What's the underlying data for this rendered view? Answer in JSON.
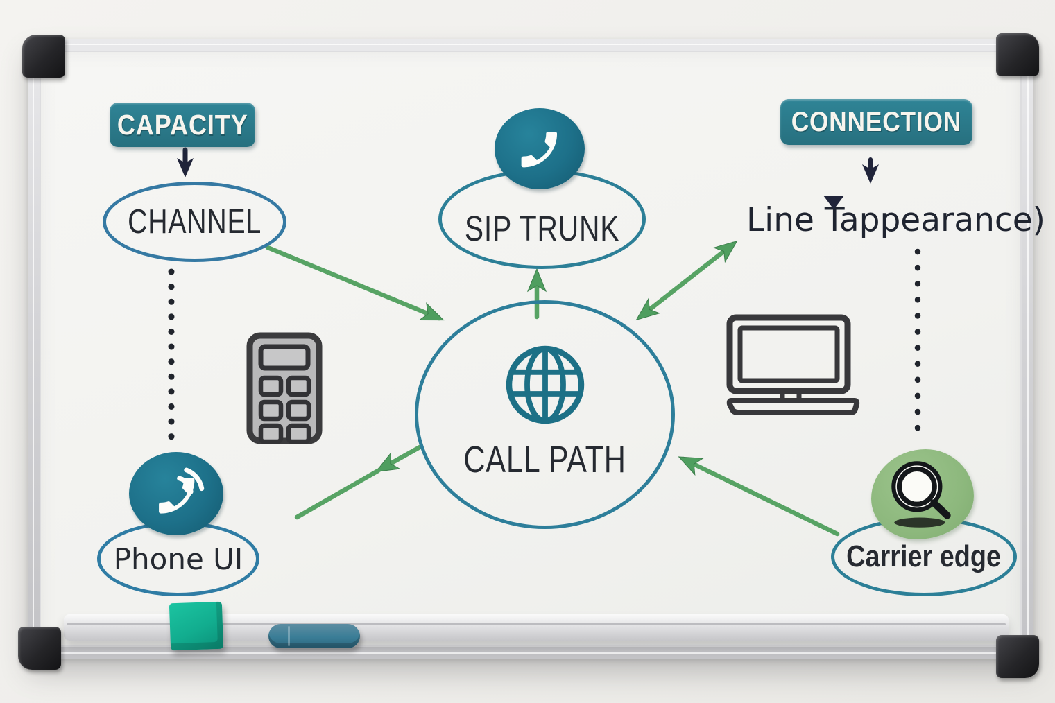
{
  "whiteboard": {
    "badges": {
      "capacity": {
        "label": "CAPACITY"
      },
      "connection": {
        "label": "CONNECTION"
      }
    },
    "nodes": {
      "channel": {
        "label": "CHANNEL"
      },
      "sip_trunk": {
        "label": "SIP TRUNK"
      },
      "call_path": {
        "label": "CALL PATH"
      },
      "phone_ui": {
        "label": "Phone UI"
      },
      "line_appearance": {
        "label": "Line Tappearance)",
        "label_prefix": "Line ",
        "label_t": "T",
        "label_suffix": "appearance)"
      },
      "carrier_edge": {
        "label": "Carrier edge"
      }
    },
    "icons": {
      "sip_trunk": "phone-handset-icon",
      "phone_ui": "phone-handset-waves-icon",
      "call_path": "globe-icon",
      "carrier_edge": "magnifier-icon",
      "left_middle": "calculator-icon",
      "right_middle": "monitor-icon"
    },
    "edges": [
      {
        "from": "capacity",
        "to": "channel",
        "type": "arrow-down"
      },
      {
        "from": "connection",
        "to": "line_appearance",
        "type": "arrow-down"
      },
      {
        "from": "channel",
        "to": "call_path",
        "type": "arrow"
      },
      {
        "from": "call_path",
        "to": "sip_trunk",
        "type": "arrow"
      },
      {
        "from": "call_path",
        "to": "line_appearance",
        "type": "double-arrow"
      },
      {
        "from": "call_path",
        "to": "phone_ui",
        "type": "arrow"
      },
      {
        "from": "carrier_edge",
        "to": "call_path",
        "type": "arrow"
      },
      {
        "from": "channel",
        "to": "phone_ui",
        "type": "dotted"
      },
      {
        "from": "line_appearance",
        "to": "carrier_edge",
        "type": "dotted"
      }
    ],
    "colors": {
      "badge_teal": "#2a7a8c",
      "ellipse_stroke": "#2f7da0",
      "icon_circle_teal": "#1d7089",
      "arrow_green": "#57a364",
      "blob_green": "#8db87d",
      "ink_dark": "#262a31",
      "eraser_green": "#12ad8f",
      "marker_teal": "#3a7d96"
    },
    "tray_items": [
      "eraser",
      "marker"
    ]
  }
}
